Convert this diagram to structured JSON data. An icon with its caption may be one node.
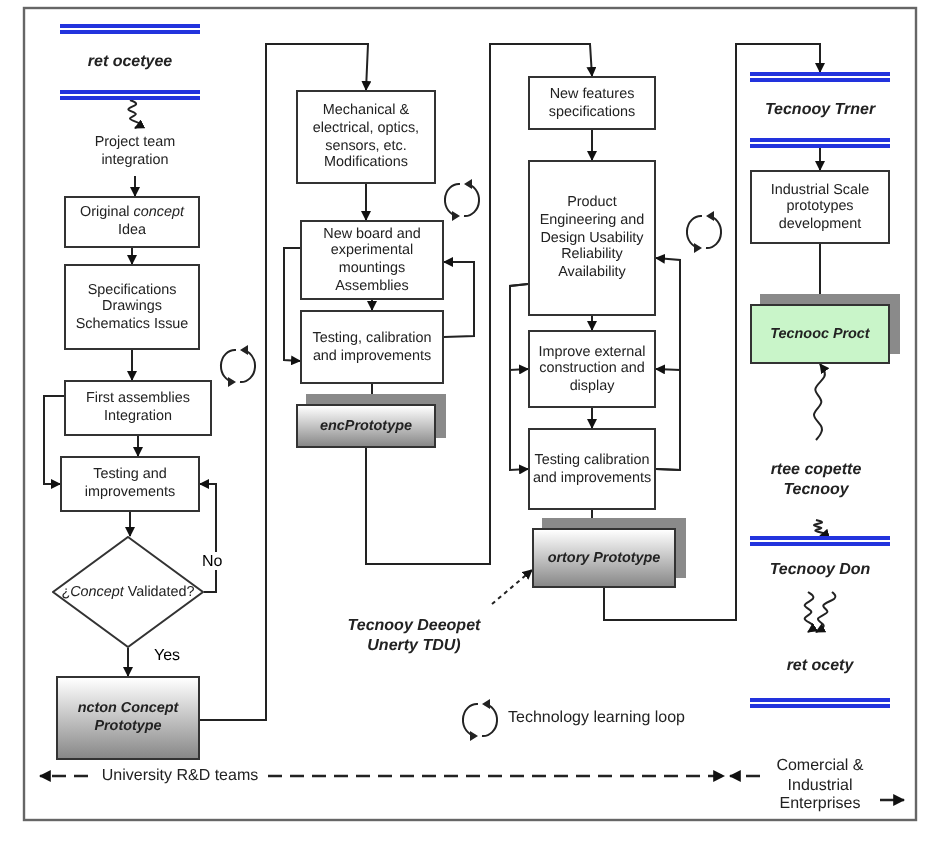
{
  "diagram": {
    "nodes": [
      {
        "text": [
          "ret ocetyee"
        ]
      },
      {
        "text": [
          "Project team integration"
        ]
      },
      {
        "text": [
          "Original *concept* Idea"
        ]
      },
      {
        "text": [
          "Specifications Drawings Schematics Issue"
        ]
      },
      {
        "text": [
          "First assemblies Integration"
        ]
      },
      {
        "text": [
          "Testing and improvements"
        ]
      },
      {
        "text": [
          "¿*Concept* Validated?"
        ]
      },
      {
        "text": [
          "ncton Concept Prototype"
        ]
      },
      {
        "text": [
          "Mechanical & electrical, optics, sensors, etc. Modifications"
        ]
      },
      {
        "text": [
          "New board and experimental mountings Assemblies"
        ]
      },
      {
        "text": [
          "Testing, calibration and improvements"
        ]
      },
      {
        "text": [
          "encPrototype"
        ]
      },
      {
        "text": [
          "New features specifications"
        ]
      },
      {
        "text": [
          "Product Engineering and Design Usability Reliability Availability"
        ]
      },
      {
        "text": [
          "Improve external construction and display"
        ]
      },
      {
        "text": [
          "Testing calibration and improvements"
        ]
      },
      {
        "text": [
          "ortory Prototype"
        ]
      },
      {
        "text": [
          "Tecnooy Trner"
        ]
      },
      {
        "text": [
          "Industrial Scale prototypes development"
        ]
      },
      {
        "text": [
          "Tecnooc Proct"
        ]
      },
      {
        "text": [
          "rtee copette Tecnooy"
        ]
      },
      {
        "text": [
          "Tecnooy Don"
        ]
      },
      {
        "text": [
          "ret ocety"
        ]
      },
      {
        "text": [
          "Tecnooy Deeopet Unerty TDU)"
        ]
      }
    ],
    "edges": [
      {
        "from": 0,
        "to": 1,
        "arrow": "to"
      },
      {
        "from": 1,
        "to": 2,
        "arrow": "to"
      },
      {
        "from": 2,
        "to": 3,
        "arrow": "to"
      },
      {
        "from": 3,
        "to": 4,
        "arrow": "to"
      },
      {
        "from": 4,
        "to": 5,
        "arrow": "to"
      },
      {
        "from": 4,
        "to": 5,
        "arrow": "to"
      },
      {
        "from": 5,
        "to": 6,
        "arrow": "to"
      },
      {
        "from": 6,
        "to": 7,
        "arrow": "to",
        "label": "Yes"
      },
      {
        "from": 6,
        "to": 5,
        "arrow": "to",
        "label": "No"
      },
      {
        "from": 7,
        "to": 8,
        "arrow": "to"
      },
      {
        "from": 8,
        "to": 9,
        "arrow": "to"
      },
      {
        "from": 9,
        "to": 10,
        "arrow": "to"
      },
      {
        "from": 9,
        "to": 10,
        "arrow": "to"
      },
      {
        "from": 10,
        "to": 9,
        "arrow": "to"
      },
      {
        "from": 10,
        "to": 11,
        "arrow": "none"
      },
      {
        "from": 11,
        "to": 12,
        "arrow": "to"
      },
      {
        "from": 12,
        "to": 13,
        "arrow": "to"
      },
      {
        "from": 13,
        "to": 14,
        "arrow": "to"
      },
      {
        "from": 14,
        "to": 15,
        "arrow": "to"
      },
      {
        "from": 15,
        "to": 16,
        "arrow": "none"
      },
      {
        "from": 13,
        "to": 14,
        "arrow": "to"
      },
      {
        "from": 13,
        "to": 15,
        "arrow": "to"
      },
      {
        "from": 15,
        "to": 13,
        "arrow": "to"
      },
      {
        "from": 15,
        "to": 14,
        "arrow": "to"
      },
      {
        "from": 16,
        "to": 17,
        "arrow": "to"
      },
      {
        "from": 17,
        "to": 18,
        "arrow": "to"
      },
      {
        "from": 18,
        "to": 19,
        "arrow": "none"
      },
      {
        "from": 20,
        "to": 19,
        "arrow": "to"
      },
      {
        "from": 20,
        "to": 21,
        "arrow": "to"
      },
      {
        "from": 21,
        "to": 22,
        "arrow": "to"
      },
      {
        "from": 21,
        "to": 22,
        "arrow": "to"
      },
      {
        "from": 23,
        "to": 16,
        "arrow": "to",
        "style": "dashed"
      }
    ],
    "labels": [
      "University R&D teams",
      "Comercial & Industrial Enterprises"
    ],
    "legend": [
      {
        "text": "Technology learning loop"
      }
    ]
  }
}
